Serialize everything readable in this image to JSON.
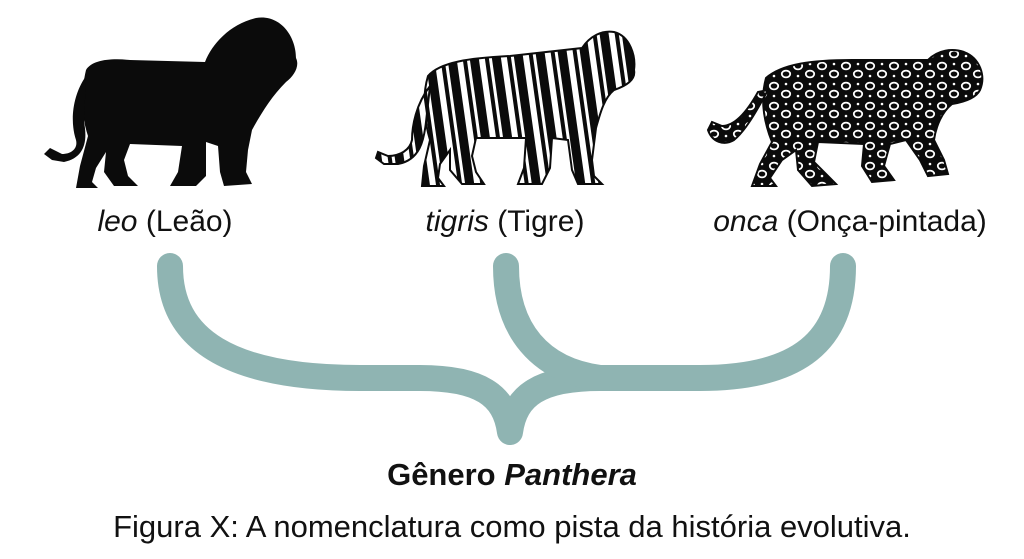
{
  "species": [
    {
      "id": "lion",
      "epithet": "leo",
      "common_name": "(Leão)",
      "icon": "lion-silhouette-icon"
    },
    {
      "id": "tiger",
      "epithet": "tigris",
      "common_name": "(Tigre)",
      "icon": "tiger-silhouette-icon"
    },
    {
      "id": "jaguar",
      "epithet": "onca",
      "common_name": "(Onça-pintada)",
      "icon": "jaguar-silhouette-icon"
    }
  ],
  "genus": {
    "prefix": "Gênero",
    "name": "Panthera"
  },
  "caption": "Figura X: A nomenclatura como pista da história evolutiva.",
  "colors": {
    "brace": "#8fb4b2",
    "silhouette": "#0b0b0b",
    "text": "#111111",
    "background": "#ffffff"
  }
}
